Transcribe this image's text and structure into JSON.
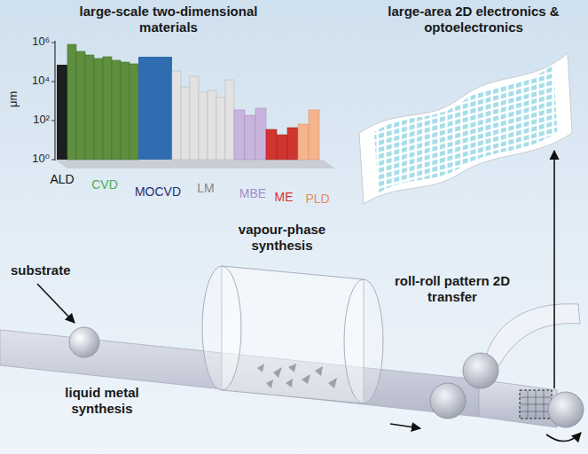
{
  "diagram": {
    "labels": [
      "large-scale two-dimensional materials",
      "large-area 2D electronics & optoelectronics",
      "10⁶",
      "10⁴",
      "10²",
      "10⁰",
      "μm",
      "ALD",
      "CVD",
      "MOCVD",
      "LM",
      "MBE",
      "ME",
      "PLD",
      "substrate",
      "vapour-phase synthesis",
      "liquid metal synthesis",
      "roll-roll pattern 2D transfer"
    ]
  }
}
